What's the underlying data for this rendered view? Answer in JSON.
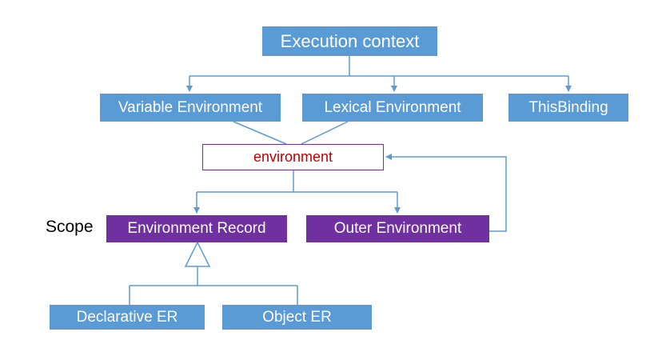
{
  "diagram": {
    "nodes": {
      "execution_context": "Execution context",
      "variable_environment": "Variable Environment",
      "lexical_environment": "Lexical Environment",
      "this_binding": "ThisBinding",
      "environment": "environment",
      "environment_record": "Environment Record",
      "outer_environment": "Outer Environment",
      "declarative_er": "Declarative ER",
      "object_er": "Object ER"
    },
    "scope_label": "Scope"
  },
  "colors": {
    "blue_box": "#5b9bd5",
    "purple_box": "#7030a0",
    "environment_text": "#c00000",
    "connector": "#5b9bd5"
  }
}
